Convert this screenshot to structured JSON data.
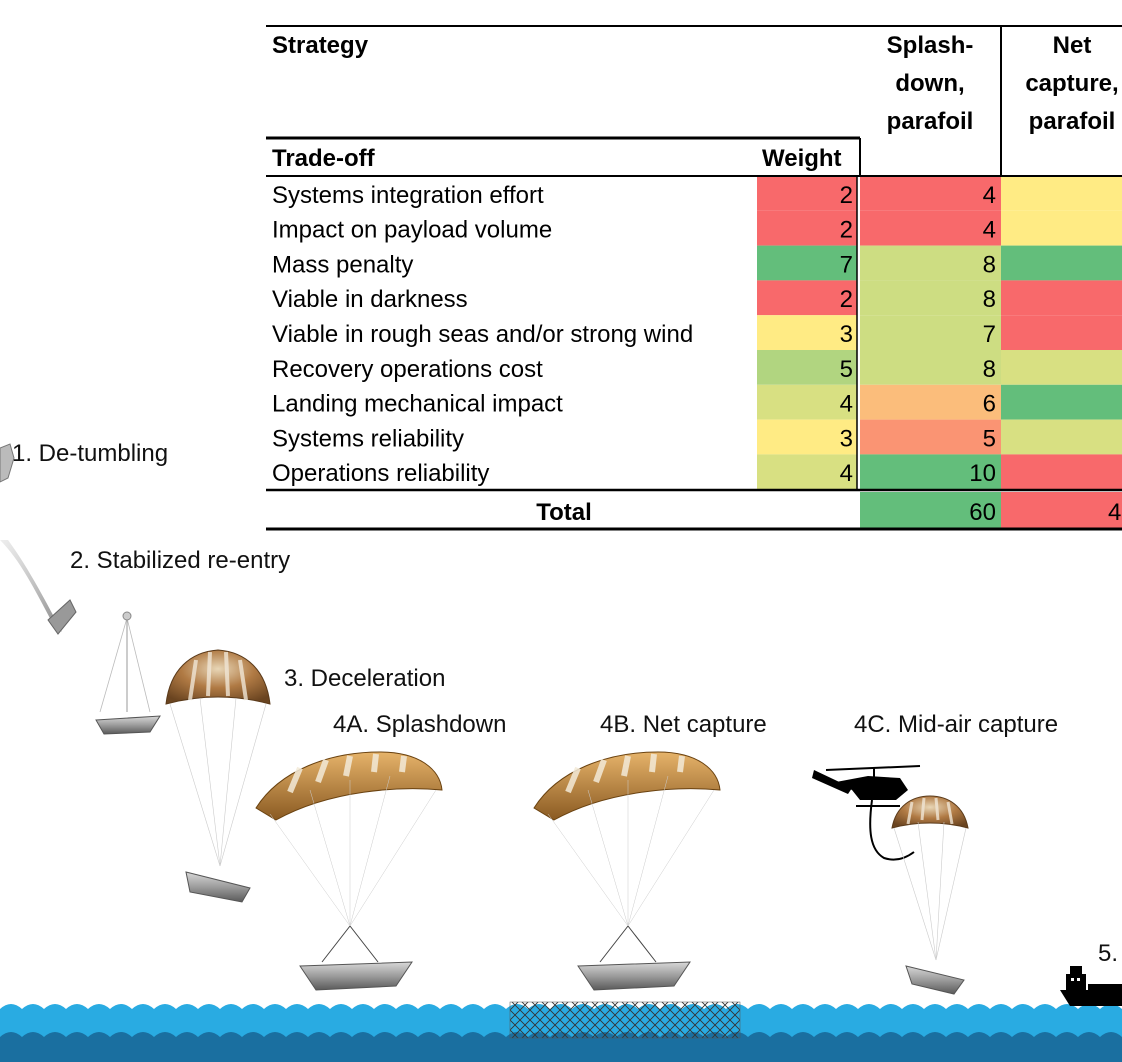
{
  "table": {
    "strategy_header": "Strategy",
    "tradeoff_header": "Trade-off",
    "weight_header": "Weight",
    "total_label": "Total",
    "columns": [
      {
        "lines": [
          "Splash-",
          "down,",
          "parafoil"
        ]
      },
      {
        "lines": [
          "Net",
          "capture,",
          "parafoil"
        ]
      }
    ],
    "rows": [
      {
        "label": "Systems integration effort",
        "weight": "2",
        "weight_color": "#f8696b",
        "score": "4",
        "score_color": "#f8696b",
        "col2_color": "#ffeb84"
      },
      {
        "label": "Impact on payload volume",
        "weight": "2",
        "weight_color": "#f8696b",
        "score": "4",
        "score_color": "#f8696b",
        "col2_color": "#ffeb84"
      },
      {
        "label": "Mass penalty",
        "weight": "7",
        "weight_color": "#63be7b",
        "score": "8",
        "score_color": "#cddd82",
        "col2_color": "#63be7b"
      },
      {
        "label": "Viable in darkness",
        "weight": "2",
        "weight_color": "#f8696b",
        "score": "8",
        "score_color": "#cddd82",
        "col2_color": "#f8696b"
      },
      {
        "label": "Viable in rough seas and/or strong wind",
        "weight": "3",
        "weight_color": "#ffeb84",
        "score": "7",
        "score_color": "#cddd82",
        "col2_color": "#f8696b"
      },
      {
        "label": "Recovery operations cost",
        "weight": "5",
        "weight_color": "#b1d580",
        "score": "8",
        "score_color": "#cddd82",
        "col2_color": "#d8e082"
      },
      {
        "label": "Landing mechanical impact",
        "weight": "4",
        "weight_color": "#d8e082",
        "score": "6",
        "score_color": "#fbbd7b",
        "col2_color": "#63be7b"
      },
      {
        "label": "Systems reliability",
        "weight": "3",
        "weight_color": "#ffeb84",
        "score": "5",
        "score_color": "#fa9473",
        "col2_color": "#d8e082"
      },
      {
        "label": "Operations reliability",
        "weight": "4",
        "weight_color": "#d8e082",
        "score": "10",
        "score_color": "#63be7b",
        "col2_color": "#f8696b"
      }
    ],
    "total_score": "60",
    "total_score_color": "#63be7b",
    "total_col2": "4",
    "total_col2_color": "#f8696b"
  },
  "stages": {
    "detumbling": "1. De-tumbling",
    "reentry": "2. Stabilized re-entry",
    "deceleration": "3. Deceleration",
    "splashdown": "4A. Splashdown",
    "net_capture": "4B. Net capture",
    "midair_capture": "4C. Mid-air capture",
    "ship": "5."
  },
  "colors": {
    "sea_light": "#29abe2",
    "sea_dark": "#1a6fa0",
    "parafoil_orange": "#c98a3a",
    "parachute_brown": "#9a6a3a"
  }
}
